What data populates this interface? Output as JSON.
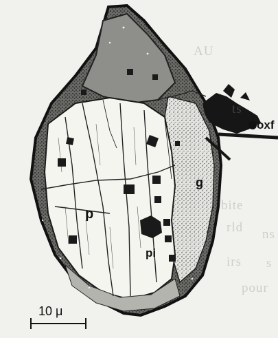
{
  "figure": {
    "labels": {
      "oxf": "oxf",
      "g": "g",
      "p": "p",
      "pi": "pi",
      "scale": "10 μ"
    },
    "background_text": [
      "AU",
      "ts",
      "bite",
      "rld",
      "ns",
      "irs",
      "s",
      "pour"
    ]
  }
}
